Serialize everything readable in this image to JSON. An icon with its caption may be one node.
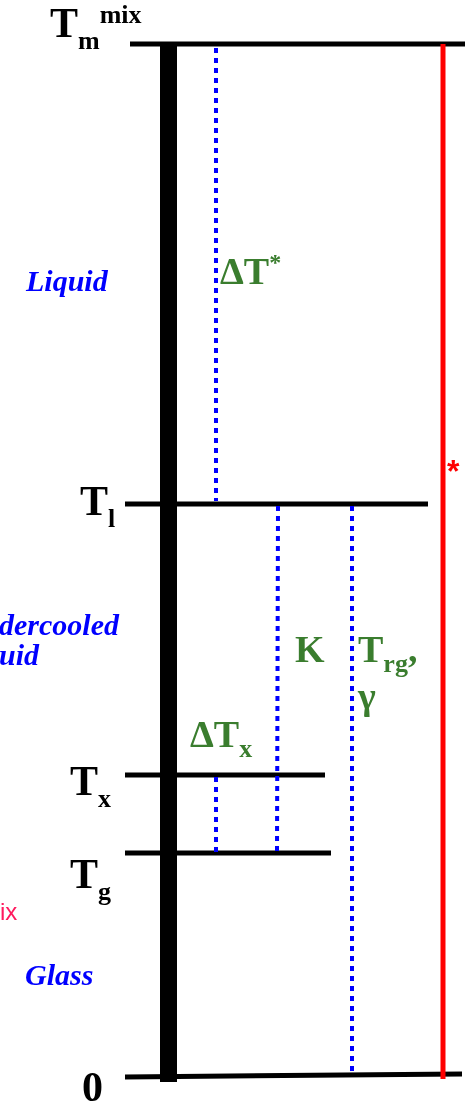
{
  "diagram": {
    "labels": [
      "T$_{m}$$^{mix}$",
      "Liquid",
      "ΔT$^{*}$",
      "T$_{l}$",
      "*",
      "dercooled uid",
      "K",
      "T$_{rg}$, γ",
      "ΔT$_{x}$",
      "T$_{x}$",
      "T$_{g}$",
      "ix",
      "Glass",
      "0"
    ]
  }
}
